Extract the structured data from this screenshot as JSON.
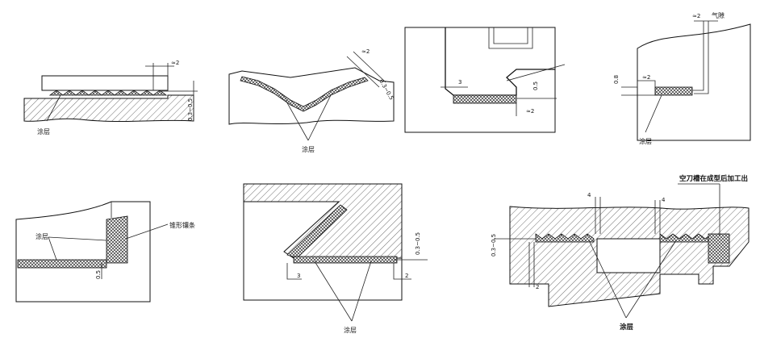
{
  "figures": {
    "f1": {
      "coating": "涂层",
      "gap": "≈2",
      "thickness": "0.3~0.5"
    },
    "f2": {
      "coating": "涂层",
      "gap": "≈2",
      "thickness": "0.3~0.5"
    },
    "f3": {
      "gap_side": "3",
      "thickness": "0.5",
      "gap_bottom": "≈2"
    },
    "f4": {
      "coating": "涂层",
      "gap_top": "≈2",
      "air_gap": "气隙",
      "gap_small": "≈2",
      "dim": "0.8"
    },
    "f5": {
      "coating": "涂层",
      "insert_strip": "锥形镶条",
      "dim": "0.5"
    },
    "f6": {
      "coating": "涂层",
      "thickness": "0.3~0.5",
      "gap_left": "3",
      "gap_right": "2"
    },
    "f7": {
      "coating": "涂层",
      "note": "空刀槽在成型后加工出",
      "dim_top1": "4",
      "dim_top2": "4",
      "thickness": "0.3~0.5",
      "dim_bottom": "2"
    }
  },
  "colors": {
    "line": "#222222",
    "coating_fill": "#444444",
    "hatch": "#333333"
  }
}
